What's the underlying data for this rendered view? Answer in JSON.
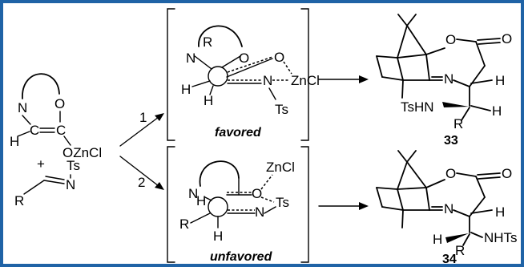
{
  "figure": {
    "pathway_1_label": "1",
    "pathway_2_label": "2",
    "favored_caption": "favored",
    "unfavored_caption": "unfavored",
    "compound_33_label": "33",
    "compound_34_label": "34",
    "border_color": "#1f63a6"
  },
  "reactants": {
    "enolate": {
      "atom_N": "N",
      "atom_H": "H",
      "atom_C1": "C",
      "atom_C2": "C",
      "atom_O": "O",
      "zinc_group": "OZnCl"
    },
    "plus": "+",
    "imine": {
      "tosyl": "Ts",
      "atom_N": "N",
      "substituent": "R"
    }
  },
  "ts_favored": {
    "R": "R",
    "N": "N",
    "O_ring": "O",
    "O_carbonyl": "O",
    "ZnCl": "ZnCl",
    "N_imine": "N",
    "H1": "H",
    "H2": "H",
    "Ts": "Ts"
  },
  "ts_unfavored": {
    "N": "N",
    "H_top": "H",
    "ZnCl": "ZnCl",
    "O": "O",
    "Ts": "Ts",
    "N_imine": "N",
    "R": "R",
    "H_bottom": "H"
  },
  "product_33": {
    "O_ring": "O",
    "O_carbonyl": "O",
    "N": "N",
    "H_ring": "H",
    "TsHN": "TsHN",
    "H_side": "H",
    "R": "R"
  },
  "product_34": {
    "O_ring": "O",
    "O_carbonyl": "O",
    "N": "N",
    "H_ring": "H",
    "H_side": "H",
    "NHTs": "NHTs",
    "R": "R"
  }
}
